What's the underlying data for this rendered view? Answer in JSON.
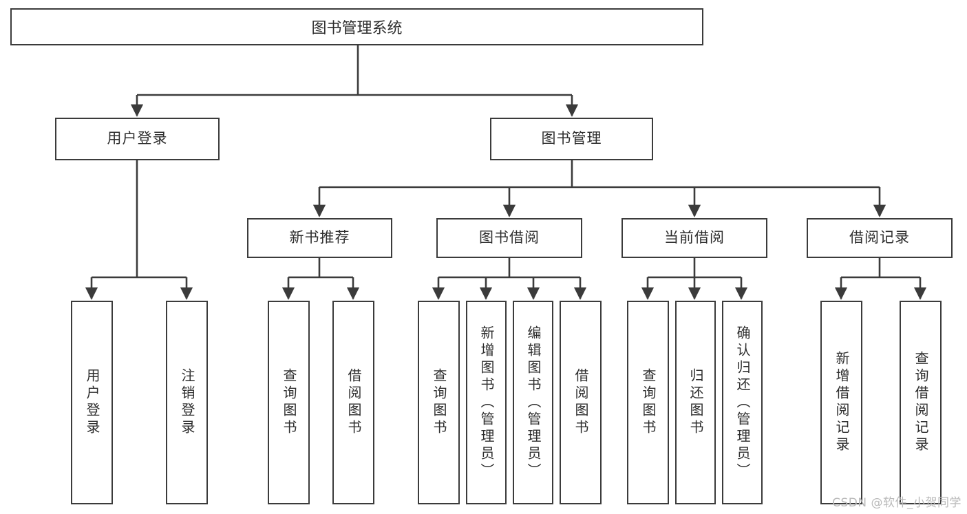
{
  "diagram": {
    "type": "tree",
    "title": "图书管理系统",
    "root": {
      "label": "图书管理系统"
    },
    "level1": [
      {
        "label": "用户登录"
      },
      {
        "label": "图书管理"
      }
    ],
    "level2": [
      {
        "label": "新书推荐"
      },
      {
        "label": "图书借阅"
      },
      {
        "label": "当前借阅"
      },
      {
        "label": "借阅记录"
      }
    ],
    "leaves": {
      "user_login": [
        {
          "label": "用户登录"
        },
        {
          "label": "注销登录"
        }
      ],
      "new_book_rec": [
        {
          "label": "查询图书"
        },
        {
          "label": "借阅图书"
        }
      ],
      "book_borrow": [
        {
          "label": "查询图书"
        },
        {
          "label": "新增图书（管理员）"
        },
        {
          "label": "编辑图书（管理员）"
        },
        {
          "label": "借阅图书"
        }
      ],
      "current_borrow": [
        {
          "label": "查询图书"
        },
        {
          "label": "归还图书"
        },
        {
          "label": "确认归还（管理员）"
        }
      ],
      "borrow_record": [
        {
          "label": "新增借阅记录"
        },
        {
          "label": "查询借阅记录"
        }
      ]
    }
  },
  "watermark": {
    "text": "CSDN @软件_小贺同学"
  },
  "colors": {
    "stroke": "#3b3b3b",
    "text": "#2e2e2e",
    "background": "#ffffff",
    "watermark": "#b9b9b9"
  }
}
